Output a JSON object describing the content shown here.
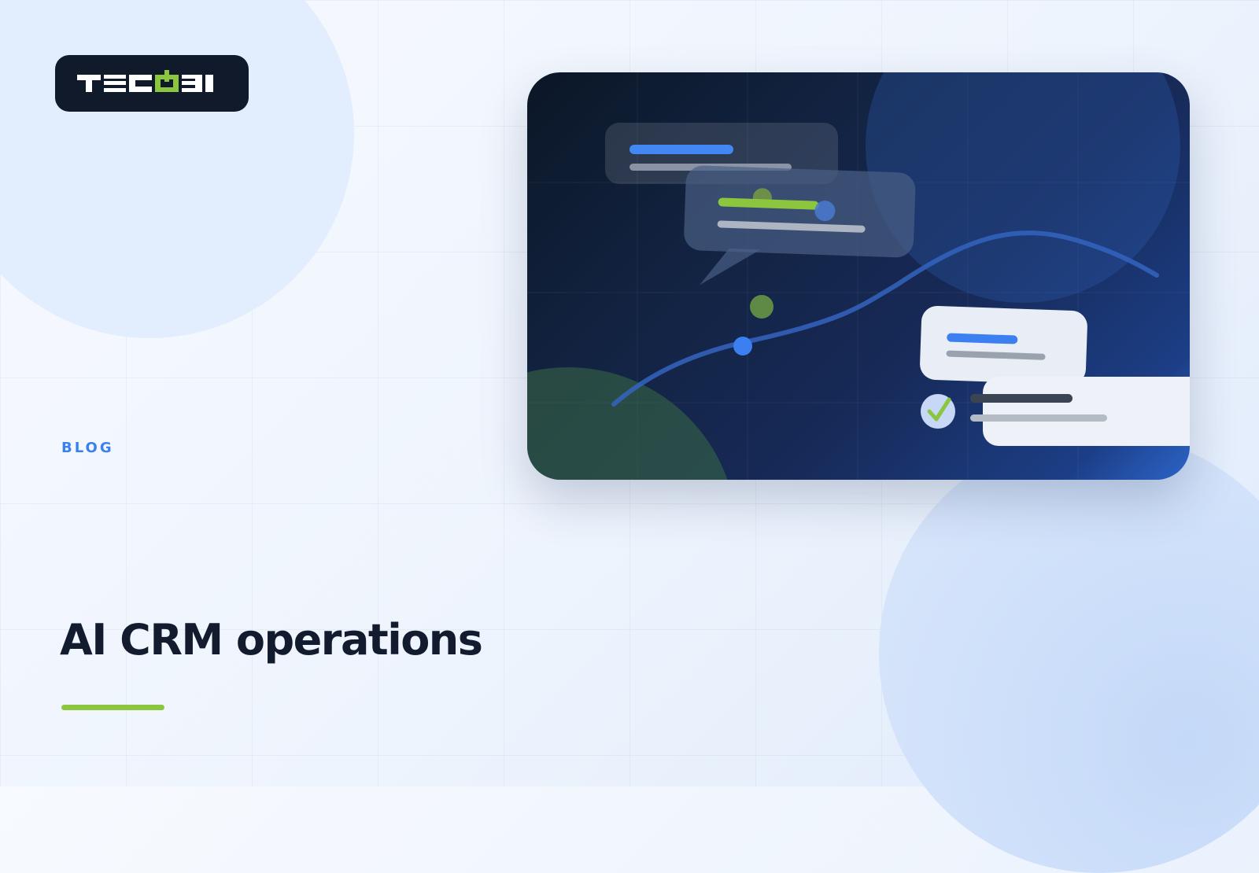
{
  "brand": {
    "logo_text": "TECOBI",
    "logo_accent_color": "#8cc63f"
  },
  "label": {
    "text": "BLOG"
  },
  "title": {
    "text": "AI CRM operations"
  },
  "colors": {
    "accent_blue": "#3b7ff0",
    "accent_green": "#8cc63f",
    "title": "#131c2e",
    "card_dark": "#0b1727"
  },
  "icons": {
    "check": "check-icon"
  }
}
